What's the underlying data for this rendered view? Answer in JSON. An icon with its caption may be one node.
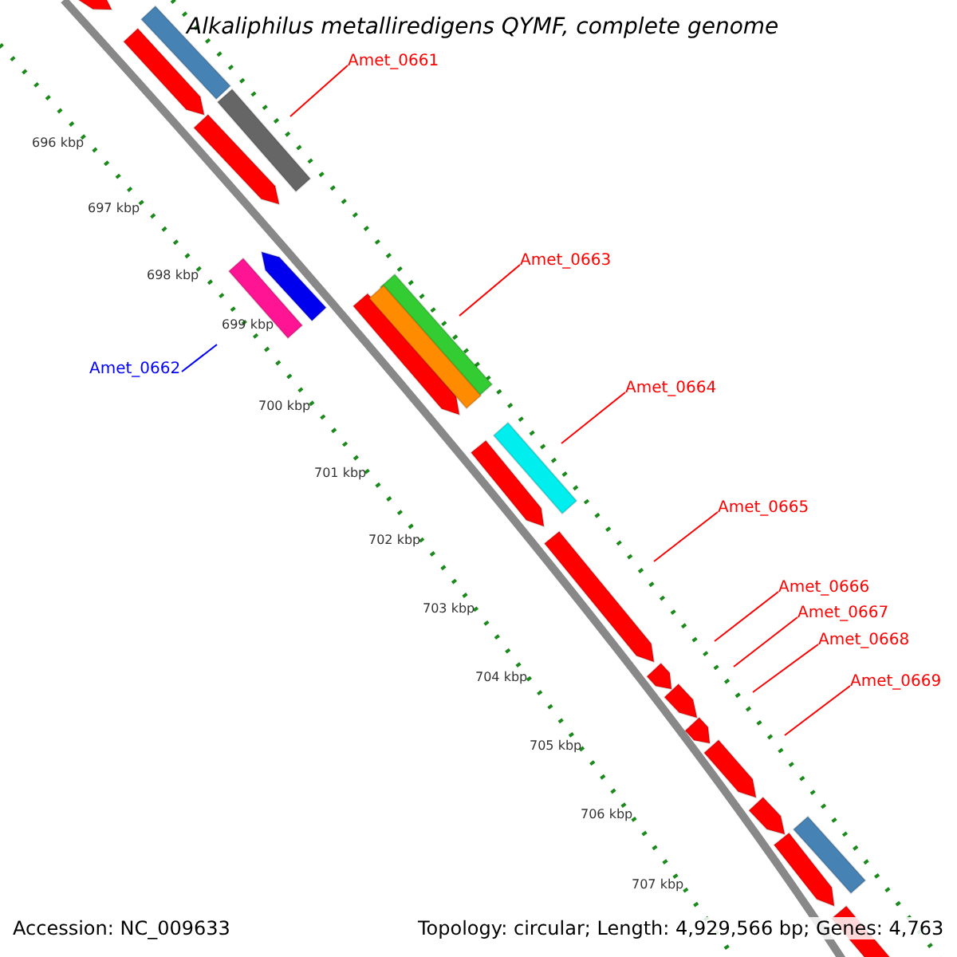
{
  "diagram": {
    "title": "Alkaliphilus metalliredigens QYMF, complete genome",
    "nodes": [
      {
        "text": [
          "Amet_0661"
        ]
      },
      {
        "text": [
          "Amet_0662"
        ]
      },
      {
        "text": [
          "Amet_0663"
        ]
      },
      {
        "text": [
          "Amet_0664"
        ]
      },
      {
        "text": [
          "Amet_0665"
        ]
      },
      {
        "text": [
          "Amet_0666"
        ]
      },
      {
        "text": [
          "Amet_0667"
        ]
      },
      {
        "text": [
          "Amet_0668"
        ]
      },
      {
        "text": [
          "Amet_0669"
        ]
      }
    ],
    "edges": [
      {
        "from": 0,
        "to": null,
        "arrow": "none"
      },
      {
        "from": 1,
        "to": null,
        "arrow": "none",
        "color": "#0000ff"
      },
      {
        "from": 2,
        "to": null,
        "arrow": "none"
      },
      {
        "from": 3,
        "to": null,
        "arrow": "none"
      },
      {
        "from": 4,
        "to": null,
        "arrow": "none"
      },
      {
        "from": 5,
        "to": null,
        "arrow": "none"
      },
      {
        "from": 6,
        "to": null,
        "arrow": "none"
      },
      {
        "from": 7,
        "to": null,
        "arrow": "none"
      },
      {
        "from": 8,
        "to": null,
        "arrow": "none"
      }
    ],
    "labels": [
      "696 kbp",
      "697 kbp",
      "698 kbp",
      "699 kbp",
      "700 kbp",
      "701 kbp",
      "702 kbp",
      "703 kbp",
      "704 kbp",
      "705 kbp",
      "706 kbp",
      "707 kbp",
      "Accession: NC_009633",
      "Topology: circular; Length: 4,929,566 bp; Genes: 4,763"
    ]
  }
}
